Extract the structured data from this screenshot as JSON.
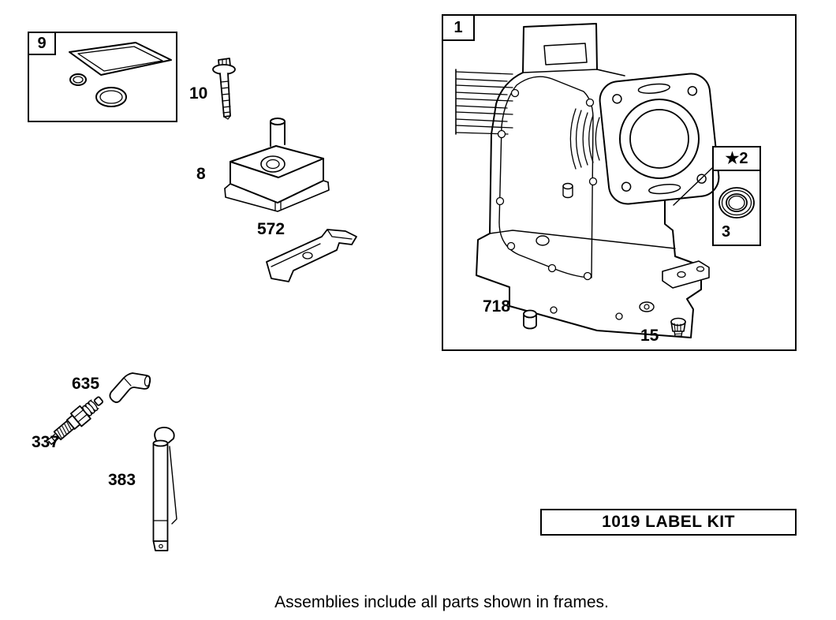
{
  "colors": {
    "line": "#000000",
    "background": "#ffffff"
  },
  "diagram": {
    "frames": {
      "frame9_label": "9",
      "frame1_label": "1",
      "frame2_label": "★2"
    },
    "callouts": {
      "part10": "10",
      "part8": "8",
      "part572": "572",
      "part3": "3",
      "part718": "718",
      "part15": "15",
      "part635": "635",
      "part337": "337",
      "part383": "383"
    },
    "label_kit_text": "1019 LABEL KIT",
    "footer_note": "Assemblies include all parts shown in frames."
  }
}
